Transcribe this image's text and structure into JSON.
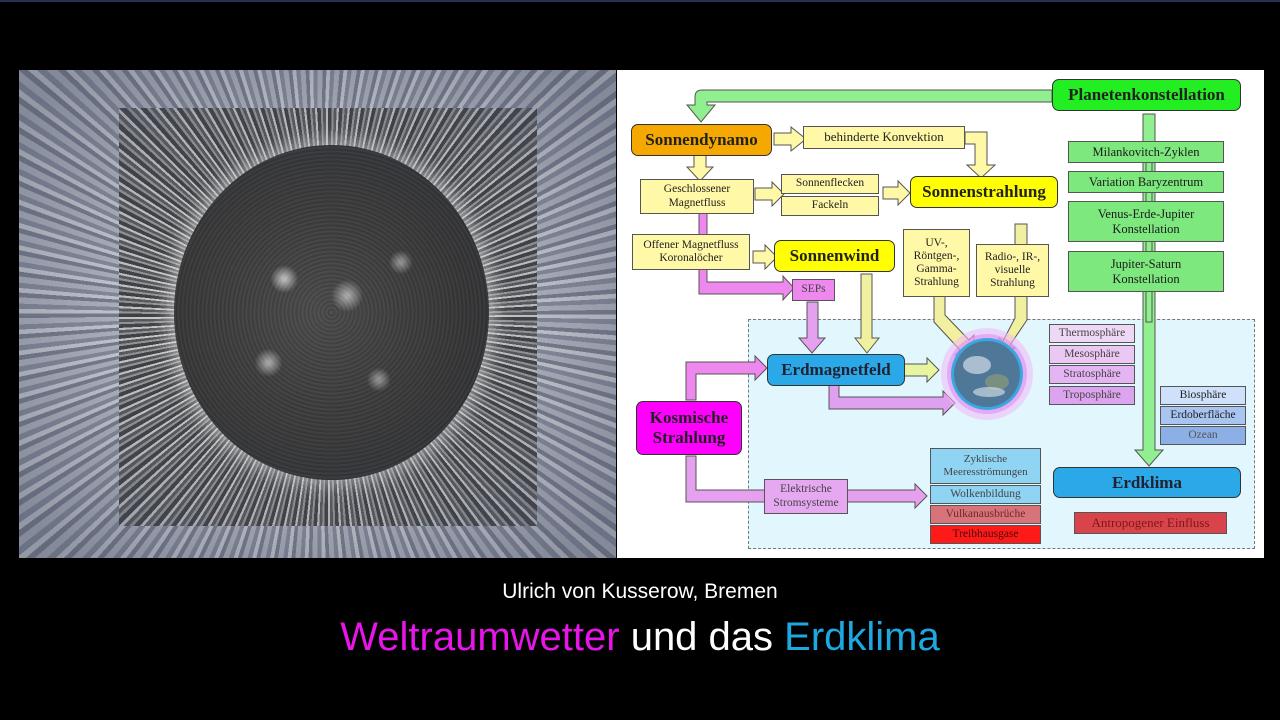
{
  "slide": {
    "author": "Ulrich von Kusserow, Bremen",
    "title": {
      "part1": "Weltraumwetter",
      "part2": " und das ",
      "part3": "Erdklima"
    },
    "colors": {
      "title_magenta": "#e815e8",
      "title_blue": "#1ea8e0",
      "background": "#000000"
    }
  },
  "sun_image": {
    "description": "Composite grayscale image of the Sun with corona streamers"
  },
  "diagram": {
    "solar": {
      "sonnendynamo": "Sonnendynamo",
      "behinderte_konvektion": "behinderte Konvektion",
      "geschlossener_1": "Geschlossener",
      "geschlossener_2": "Magnetfluss",
      "sonnenflecken": "Sonnenflecken",
      "fackeln": "Fackeln",
      "sonnenstrahlung": "Sonnenstrahlung",
      "offener_1": "Offener Magnetfluss",
      "offener_2": "Koronalöcher",
      "sonnenwind": "Sonnenwind",
      "seps": "SEPs",
      "uv_1": "UV-,",
      "uv_2": "Röntgen-,",
      "uv_3": "Gamma-",
      "uv_4": "Strahlung",
      "radio_1": "Radio-, IR-,",
      "radio_2": "visuelle",
      "radio_3": "Strahlung"
    },
    "planetary": {
      "planetenkonstellation": "Planetenkonstellation",
      "milankovitch": "Milankovitch-Zyklen",
      "baryzentrum": "Variation Baryzentrum",
      "venus_1": "Venus-Erde-Jupiter",
      "venus_2": "Konstellation",
      "jupiter_1": "Jupiter-Saturn",
      "jupiter_2": "Konstellation"
    },
    "earth": {
      "erdmagnetfeld": "Erdmagnetfeld",
      "kosmische_1": "Kosmische",
      "kosmische_2": "Strahlung",
      "elektrische_1": "Elektrische",
      "elektrische_2": "Stromsysteme",
      "atmosphere": [
        "Thermosphäre",
        "Mesosphäre",
        "Stratosphäre",
        "Troposphäre"
      ],
      "surface": [
        "Biosphäre",
        "Erdoberfläche",
        "Ozean"
      ],
      "processes": [
        "Zyklische Meeresströmungen",
        "Wolkenbildung",
        "Vulkanausbrüche",
        "Treibhausgase"
      ],
      "erdklima": "Erdklima",
      "antropogener": "Antropogener Einfluss"
    },
    "colors": {
      "sonnendynamo": "#f5a800",
      "yellow_box": "#fff8a6",
      "sonnenstrahlung": "#ffff00",
      "planet_green": "#22ee22",
      "green_box": "#7de87d",
      "magenta": "#ff00ff",
      "pink_box": "#e6a8f0",
      "blue": "#2aa8e8",
      "zone_bg": "#e2f6fd",
      "red": "#ff1a1a",
      "rose": "#d9737a"
    }
  }
}
